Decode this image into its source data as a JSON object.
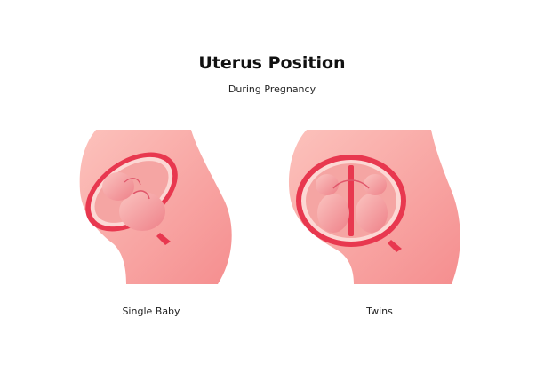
{
  "header": {
    "title": "Uterus Position",
    "subtitle": "During Pregnancy"
  },
  "panels": [
    {
      "label": "Single Baby"
    },
    {
      "label": "Twins"
    }
  ],
  "colors": {
    "body": "#fbb7b1",
    "body_shade": "#f58d8e",
    "uterus_wall": "#e8384f",
    "uterus_inner": "#fcd8d4",
    "fetus": "#f7a7a4",
    "fetus_shadow": "#ef7f87",
    "background": "#ffffff"
  }
}
